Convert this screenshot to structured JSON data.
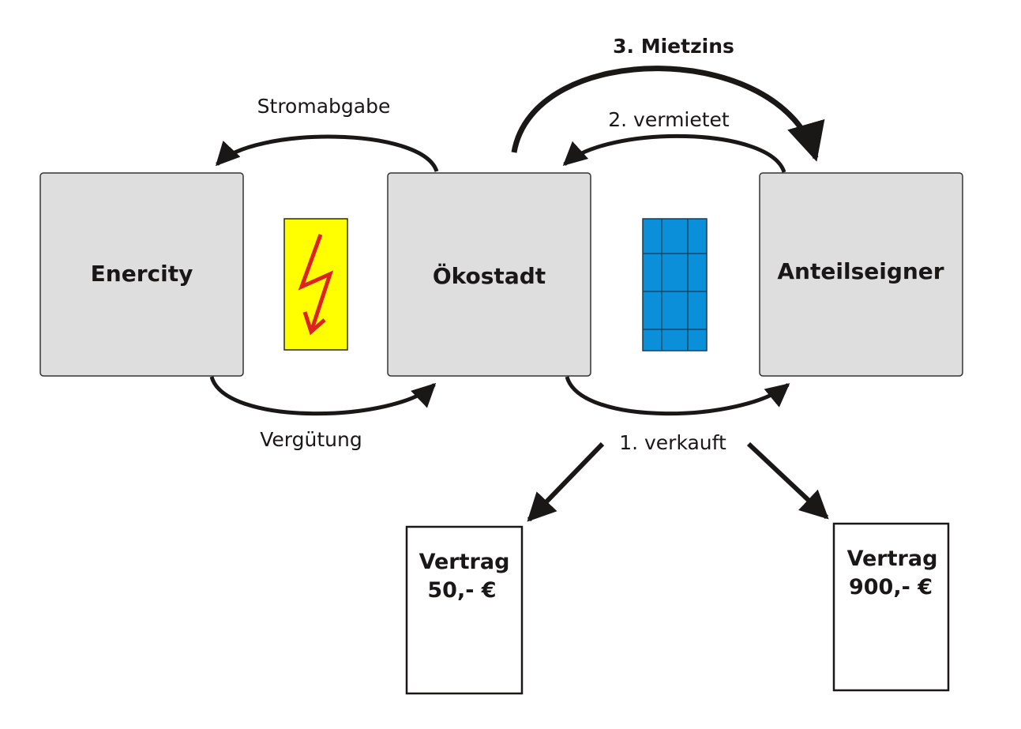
{
  "colors": {
    "box_fill": "#dedede",
    "box_stroke": "#333333",
    "arrow": "#1a1717",
    "warning_fill": "#ffff00",
    "bolt": "#dd2222",
    "panel_fill": "#0a8fd8",
    "panel_grid": "#1e3a4d",
    "contract_fill": "#ffffff"
  },
  "entities": {
    "enercity": {
      "label": "Enercity"
    },
    "oekostadt": {
      "label": "Ökostadt"
    },
    "anteilseigner": {
      "label": "Anteilseigner"
    }
  },
  "icons": {
    "warning": "high-voltage-icon",
    "panel": "solar-panel-icon"
  },
  "flows": {
    "stromabgabe": {
      "label": "Stromabgabe",
      "from": "Ökostadt",
      "to": "Enercity"
    },
    "verguetung": {
      "label": "Vergütung",
      "from": "Enercity",
      "to": "Ökostadt"
    },
    "vermietet": {
      "label": "2. vermietet",
      "from": "Anteilseigner",
      "to": "Ökostadt"
    },
    "mietzins": {
      "label": "3. Mietzins",
      "from": "Ökostadt",
      "to": "Anteilseigner"
    },
    "verkauft": {
      "label": "1. verkauft",
      "from": "Ökostadt",
      "to": "Anteilseigner"
    }
  },
  "contracts": [
    {
      "line1": "Vertrag",
      "line2": "50,- €"
    },
    {
      "line1": "Vertrag",
      "line2": "900,- €"
    }
  ]
}
